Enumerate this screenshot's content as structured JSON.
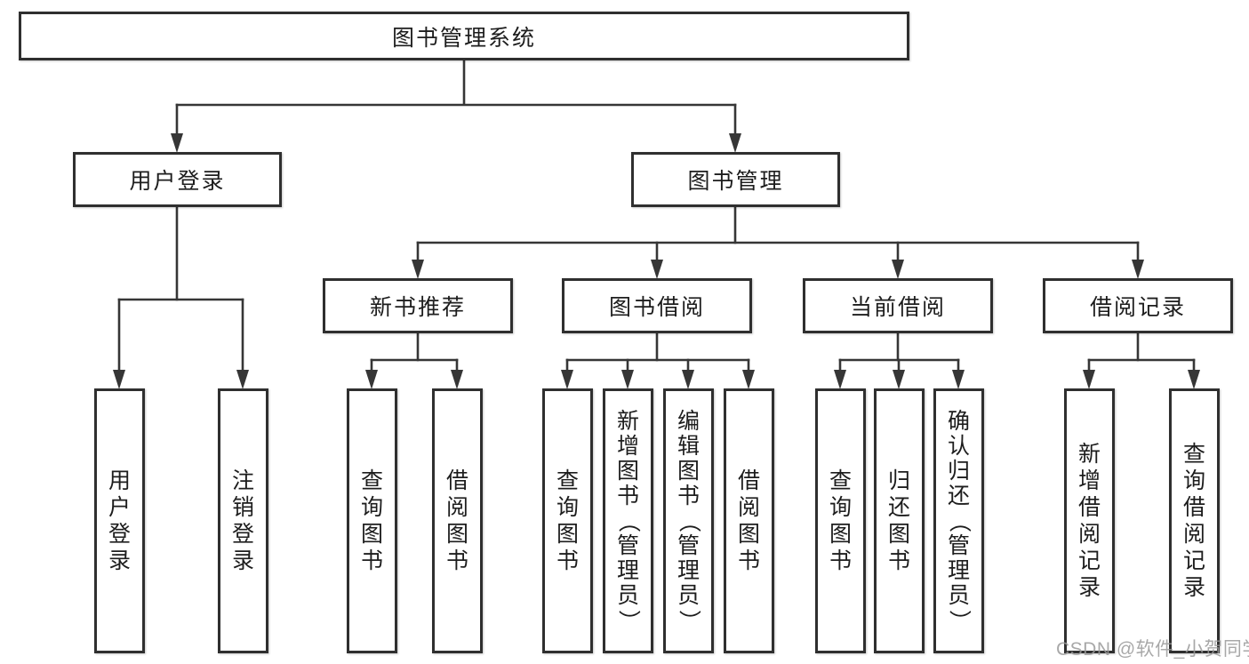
{
  "page": {
    "background": "#ffffff"
  },
  "colors": {
    "line": "#363636",
    "box_border": "#2f2f2f",
    "text": "#1d1d1d",
    "watermark": "#9a9a9a"
  },
  "watermark": {
    "text": "CSDN @软件_小贺同学"
  },
  "tree": {
    "label": "图书管理系统",
    "children": [
      {
        "label": "用户登录",
        "children": [
          {
            "label": "用户登录"
          },
          {
            "label": "注销登录"
          }
        ]
      },
      {
        "label": "图书管理",
        "children": [
          {
            "label": "新书推荐",
            "children": [
              {
                "label": "查询图书"
              },
              {
                "label": "借阅图书"
              }
            ]
          },
          {
            "label": "图书借阅",
            "children": [
              {
                "label": "查询图书"
              },
              {
                "label": "新增图书（管理员）"
              },
              {
                "label": "编辑图书（管理员）"
              },
              {
                "label": "借阅图书"
              }
            ]
          },
          {
            "label": "当前借阅",
            "children": [
              {
                "label": "查询图书"
              },
              {
                "label": "归还图书"
              },
              {
                "label": "确认归还（管理员）"
              }
            ]
          },
          {
            "label": "借阅记录",
            "children": [
              {
                "label": "新增借阅记录"
              },
              {
                "label": "查询借阅记录"
              }
            ]
          }
        ]
      }
    ]
  }
}
